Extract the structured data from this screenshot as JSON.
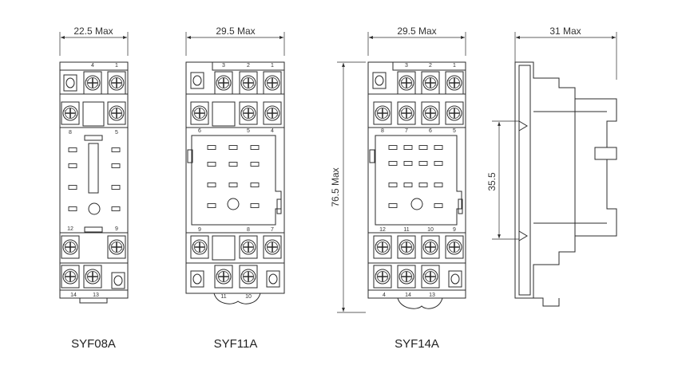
{
  "models": [
    {
      "caption": "SYF08A",
      "width_label": "22.5 Max",
      "top_terminals": [
        "4",
        "1"
      ],
      "row2": [
        "8",
        "5"
      ],
      "row3": [
        "12",
        "9"
      ],
      "bottom_terminals": [
        "14",
        "13"
      ]
    },
    {
      "caption": "SYF11A",
      "width_label": "29.5 Max",
      "top_terminals": [
        "3",
        "2",
        "1"
      ],
      "row2": [
        "6",
        "5",
        "4"
      ],
      "row3": [
        "9",
        "8",
        "7"
      ],
      "bottom_terminals": [
        "11",
        "10"
      ]
    },
    {
      "caption": "SYF14A",
      "width_label": "29.5 Max",
      "height_label": "76.5 Max",
      "top_terminals": [
        "3",
        "2",
        "1"
      ],
      "row2": [
        "8",
        "7",
        "6",
        "5"
      ],
      "row3": [
        "12",
        "11",
        "10",
        "9"
      ],
      "bottom_terminals": [
        "4",
        "14",
        "13"
      ]
    }
  ],
  "side_view": {
    "depth_label": "31 Max",
    "rail_label": "35.5"
  }
}
